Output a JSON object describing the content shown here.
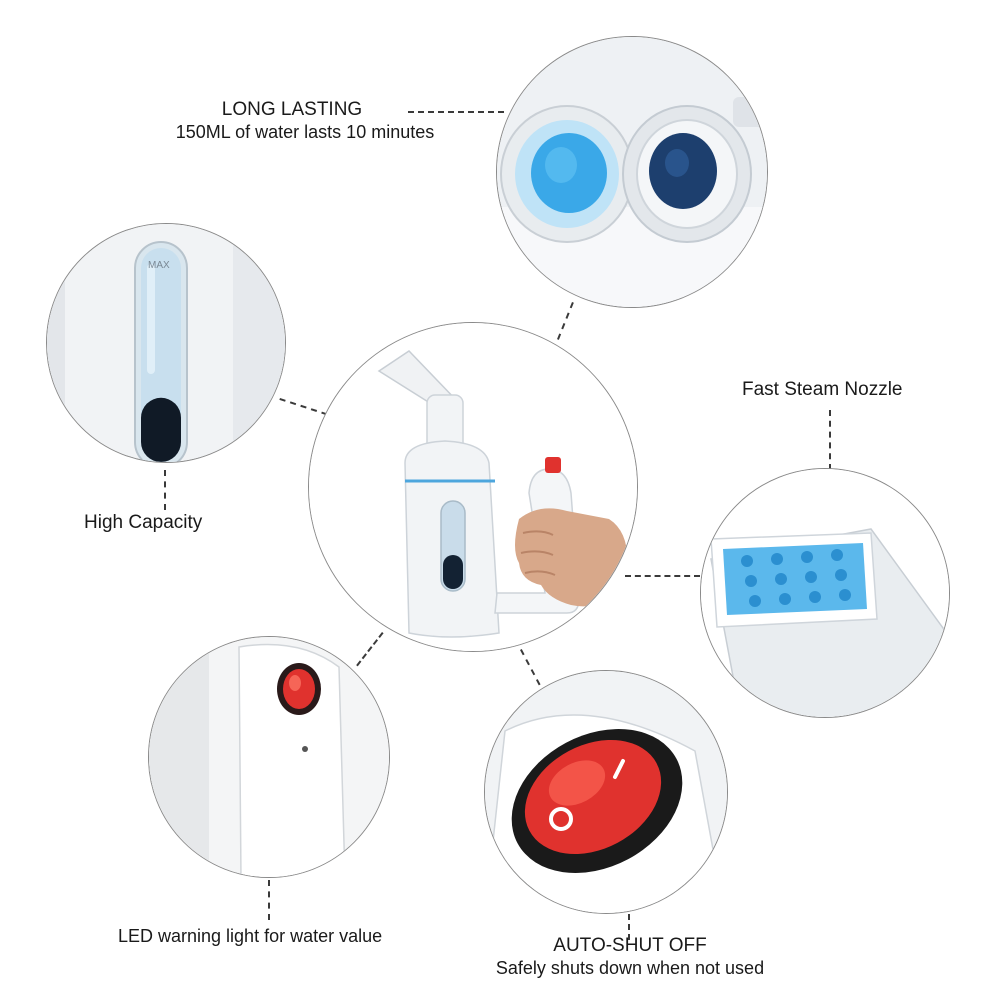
{
  "features": {
    "long_lasting": {
      "title": "LONG LASTING",
      "subtitle": "150ML of water lasts 10 minutes"
    },
    "high_capacity": {
      "title": "High Capacity",
      "gauge_text": "MAX",
      "fill_level": 0.3
    },
    "fast_steam_nozzle": {
      "title": "Fast Steam Nozzle"
    },
    "led_warning": {
      "title": "LED warning light for water value"
    },
    "auto_shut_off": {
      "title": "AUTO-SHUT OFF",
      "subtitle": "Safely shuts down when not used"
    }
  },
  "colors": {
    "water_light_blue": "#3aa8e8",
    "water_dark_blue": "#1d3f6e",
    "nozzle_blue": "#5bb8ec",
    "switch_red": "#e0322e",
    "outline_gray": "#8a8a8a",
    "body_white": "#f2f4f6"
  }
}
